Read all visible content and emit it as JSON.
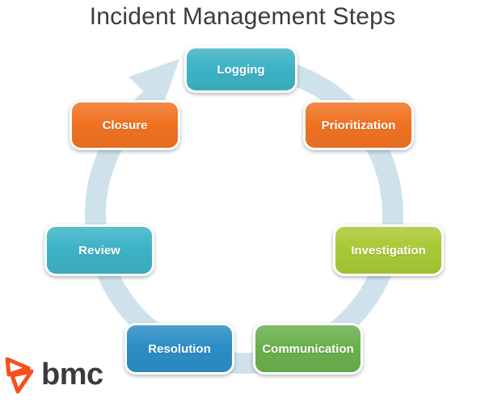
{
  "title": "Incident Management Steps",
  "diagram": {
    "type": "cycle",
    "direction": "clockwise",
    "ring_color": "#cfe2ec",
    "steps": [
      {
        "label": "Logging",
        "color": "#3db3c6"
      },
      {
        "label": "Prioritization",
        "color": "#f07222"
      },
      {
        "label": "Investigation",
        "color": "#a8c936"
      },
      {
        "label": "Communication",
        "color": "#6ab04d"
      },
      {
        "label": "Resolution",
        "color": "#2b8ec5"
      },
      {
        "label": "Review",
        "color": "#3db3c6"
      },
      {
        "label": "Closure",
        "color": "#f07222"
      }
    ]
  },
  "footer": {
    "logo_text": "bmc",
    "logo_mark_color": "#f4501e",
    "logo_text_color": "#3b3b3b"
  },
  "colors": {
    "title": "#3c3c3c",
    "background": "#ffffff"
  }
}
